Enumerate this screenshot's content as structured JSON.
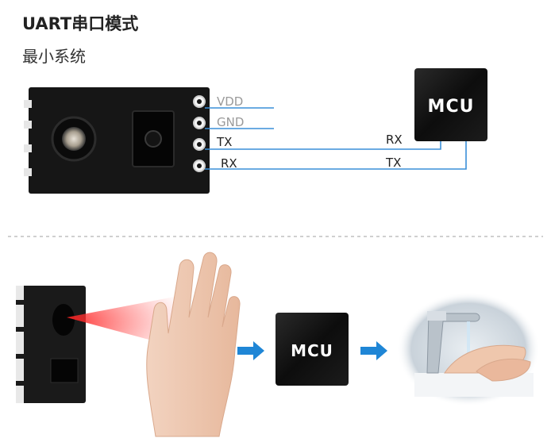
{
  "title": "UART串口模式",
  "subtitle": "最小系统",
  "module_pins": [
    {
      "label": "VDD",
      "color": "#9a9a9a"
    },
    {
      "label": "GND",
      "color": "#9a9a9a"
    },
    {
      "label": "TX",
      "color": "#222222"
    },
    {
      "label": "RX",
      "color": "#222222"
    }
  ],
  "mcu_pins": [
    {
      "label": "RX"
    },
    {
      "label": "TX"
    }
  ],
  "mcu_top_label": "MCU",
  "mcu_bottom_label": "MCU",
  "wire_color": "#3a8fd8",
  "arrow_color": "#1f86d6",
  "divider_color": "#b5b5b5"
}
